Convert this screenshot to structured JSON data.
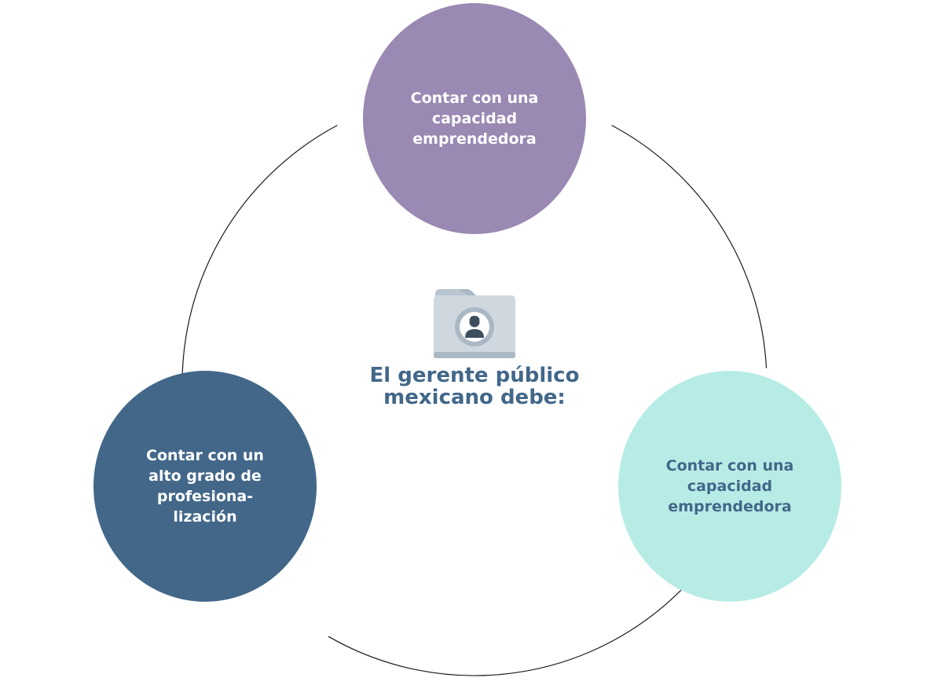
{
  "center": {
    "title_line1": "El gerente público",
    "title_line2": "mexicano debe:",
    "icon": "user-folder-icon"
  },
  "nodes": [
    {
      "id": "top",
      "lines": [
        "Contar con una",
        "capacidad",
        "emprendedora"
      ]
    },
    {
      "id": "left",
      "lines": [
        "Contar con un",
        "alto grado de",
        "profesiona-",
        "lización"
      ]
    },
    {
      "id": "right",
      "lines": [
        "Contar con una",
        "capacidad",
        "emprendedora"
      ]
    }
  ],
  "colors": {
    "top_fill": "#9a89b3",
    "left_fill": "#426789",
    "right_fill": "#b7ece6",
    "top_text": "#ffffff",
    "left_text": "#ffffff",
    "right_text": "#426789",
    "title": "#426789",
    "ring": "#1a1a1a",
    "folder_body": "#cfd8df",
    "folder_tab": "#b9c6d1",
    "folder_shadow": "#a9b8c4",
    "avatar_ring": "#a9b8c4",
    "avatar_bg": "#ffffff",
    "avatar_figure": "#3d4f5f"
  }
}
